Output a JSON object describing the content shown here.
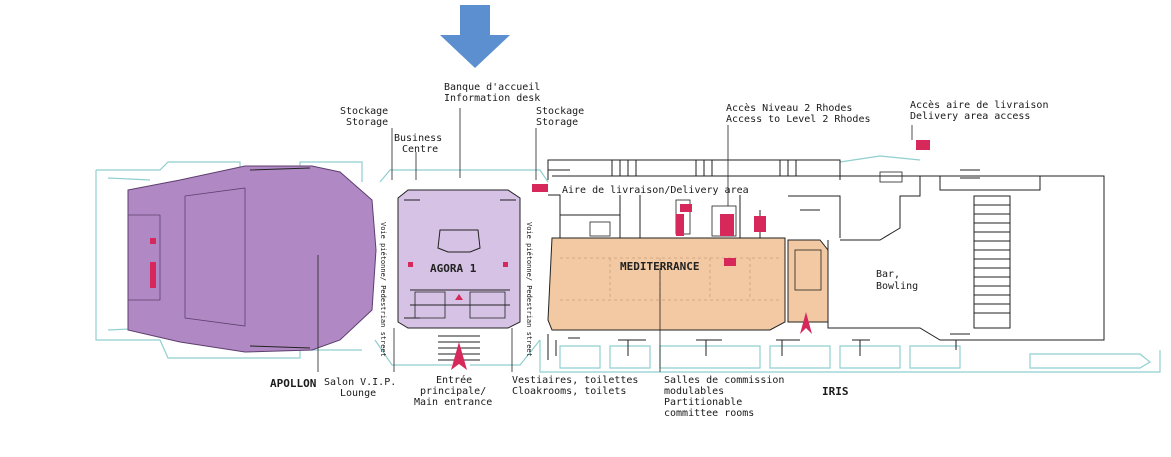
{
  "colors": {
    "arrow_blue": "#5b8fd0",
    "apollon": "#b089c4",
    "agora": "#d6c2e4",
    "mediterrance": "#f2c9a2",
    "iris": "#f2c9a2",
    "entrance_red": "#d6285a",
    "outline_cyan": "#8fcfcf"
  },
  "direction_arrow": {
    "icon": "arrow-down-icon"
  },
  "labels": {
    "info_desk": [
      "Banque d'accueil",
      "Information desk"
    ],
    "storage_left": [
      "Stockage",
      "Storage"
    ],
    "storage_right": [
      "Stockage",
      "Storage"
    ],
    "business_centre": [
      "Business",
      "Centre"
    ],
    "access_level2": [
      "Accès Niveau 2 Rhodes",
      "Access to Level 2 Rhodes"
    ],
    "delivery_access": [
      "Accès aire de livraison",
      "Delivery area access"
    ],
    "delivery_area": "Aire de livraison/Delivery area",
    "pedestrian_left": "Voie piétonne/ Pedestrian street",
    "pedestrian_right": "Voie piétonne/ Pedestrian street",
    "bar_bowling": [
      "Bar,",
      "Bowling"
    ],
    "apollon": "APOLLON",
    "vip_lounge": [
      "Salon V.I.P.",
      "Lounge"
    ],
    "main_entrance": [
      "Entrée",
      "principale/",
      "Main entrance"
    ],
    "cloakrooms": [
      "Vestiaires, toilettes",
      "Cloakrooms, toilets"
    ],
    "committee_rooms": [
      "Salles de commission",
      "modulables",
      "Partitionable",
      "committee rooms"
    ],
    "iris": "IRIS"
  },
  "rooms": {
    "agora": "AGORA 1",
    "mediterrance": "MEDITERRANCE"
  }
}
